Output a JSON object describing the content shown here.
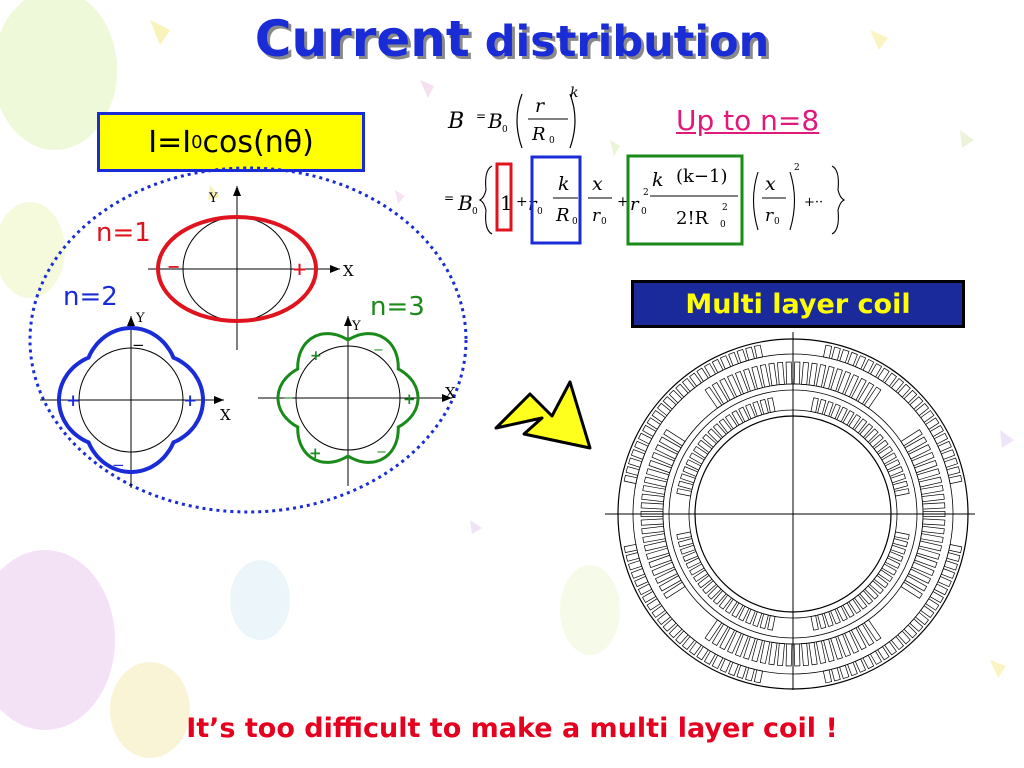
{
  "title": {
    "part1": "Current",
    "part2": " distribution"
  },
  "current_formula": {
    "prefix": "I=I",
    "subscript": "0",
    "suffix": "cos(nθ)"
  },
  "upto_label": "Up to n=8",
  "multi_layer_label": "Multi layer coil",
  "footer": "It’s too difficult to make a multi layer coil !",
  "modes": {
    "n1": {
      "label": "n=1",
      "plus": "+",
      "minus": "−"
    },
    "n2": {
      "label": "n=2",
      "plus": "+",
      "minus": "−"
    },
    "n3": {
      "label": "n=3",
      "plus": "+",
      "minus": "−"
    }
  },
  "axes": {
    "x": "X",
    "y": "Y"
  },
  "equation": {
    "B": "B",
    "eq": "=",
    "B0": "B",
    "zero": "0",
    "r": "r",
    "R": "R",
    "k": "k",
    "one": "1",
    "plus": "+",
    "x": "x",
    "two": "2",
    "kminus1": "(k−1)",
    "fact": "2!R",
    "dots": "+··"
  },
  "colors": {
    "title": "#1a2cd6",
    "n1": "#e0141e",
    "n2": "#1a2cd6",
    "n3": "#1a8a1a",
    "accent": "#e0197a",
    "footer": "#e6001f"
  }
}
